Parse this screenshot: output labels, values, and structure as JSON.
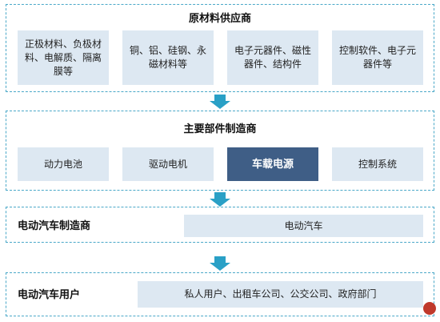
{
  "section1": {
    "title": "原材料供应商",
    "boxes": [
      "正极材料、负极材料、电解质、隔离膜等",
      "铜、铝、硅钢、永磁材料等",
      "电子元器件、磁性器件、结构件",
      "控制软件、电子元器件等"
    ]
  },
  "section2": {
    "title": "主要部件制造商",
    "boxes": [
      "动力电池",
      "驱动电机",
      "车载电源",
      "控制系统"
    ]
  },
  "section3": {
    "title": "电动汽车制造商",
    "box": "电动汽车"
  },
  "section4": {
    "title": "电动汽车用户",
    "box": "私人用户、出租车公司、公交公司、政府部门"
  },
  "colors": {
    "border": "#4aa8c8",
    "box_fill": "#dde8f2",
    "highlight_fill": "#3f5e86",
    "arrow": "#2aa0c6"
  }
}
